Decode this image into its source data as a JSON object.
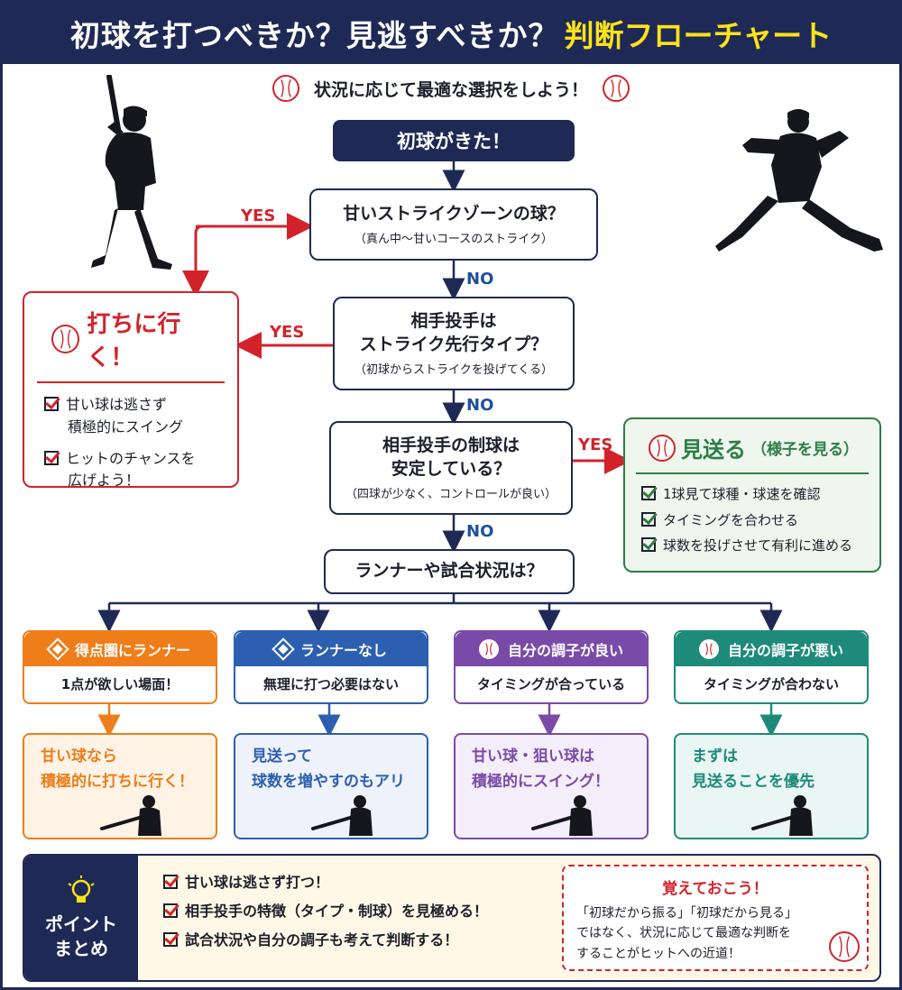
{
  "header": {
    "title_main": "初球を打つべきか？見逃すべきか？",
    "title_accent": "判断フローチャート"
  },
  "subtitle": "状況に応じて最適な選択をしよう！",
  "start": "初球がきた！",
  "q1": {
    "title": "甘いストライクゾーンの球？",
    "note": "（真ん中〜甘いコースのストライク）"
  },
  "q2": {
    "line1": "相手投手は",
    "line2": "ストライク先行タイプ？",
    "note": "（初球からストライクを投げてくる）"
  },
  "q3": {
    "line1": "相手投手の制球は",
    "line2": "安定している？",
    "note": "（四球が少なく、コントロールが良い）"
  },
  "q4": {
    "title": "ランナーや試合状況は？"
  },
  "labels": {
    "yes": "YES",
    "no": "NO"
  },
  "go": {
    "title": "打ちに行く！",
    "items": [
      {
        "line1": "甘い球は逃さず",
        "line2": "積極的にスイング"
      },
      {
        "line1": "ヒットのチャンスを",
        "line2": "広げよう！"
      }
    ]
  },
  "see": {
    "title": "見送る",
    "title_sub": "（様子を見る）",
    "items": [
      "1球見て球種・球速を確認",
      "タイミングを合わせる",
      "球数を投げさせて有利に進める"
    ]
  },
  "scenarios": [
    {
      "head": "得点圏にランナー",
      "sub": "1点が欲しい場面！",
      "line1": "甘い球なら",
      "line2": "積極的に打ちに行く！",
      "color": "#ef7d1a",
      "bg": "#fff3e6"
    },
    {
      "head": "ランナーなし",
      "sub": "無理に打つ必要はない",
      "line1": "見送って",
      "line2": "球数を増やすのもアリ",
      "color": "#2c5fb0",
      "bg": "#eef3fb"
    },
    {
      "head": "自分の調子が良い",
      "sub": "タイミングが合っている",
      "line1": "甘い球・狙い球は",
      "line2": "積極的にスイング！",
      "color": "#7a4aa8",
      "bg": "#f3eefa"
    },
    {
      "head": "自分の調子が悪い",
      "sub": "タイミングが合わない",
      "line1": "まずは",
      "line2": "見送ることを優先",
      "color": "#1e8a7a",
      "bg": "#eaf6f3"
    }
  ],
  "summary": {
    "label_line1": "ポイント",
    "label_line2": "まとめ",
    "items": [
      "甘い球は逃さず打つ！",
      "相手投手の特徴（タイプ・制球）を見極める！",
      "試合状況や自分の調子も考えて判断する！"
    ],
    "remember_title": "覚えておこう！",
    "remember_lines": [
      "「初球だから振る」「初球だから見る」",
      "ではなく、状況に応じて最適な判断を",
      "することがヒットへの近道！"
    ]
  },
  "colors": {
    "navy": "#1e2a55",
    "red": "#d2232a",
    "blue": "#1d4f9c",
    "green": "#2e7d46",
    "yellow": "#ffe21a"
  },
  "icons": [
    "baseball-icon",
    "check-icon",
    "diamond-icon",
    "lightbulb-icon",
    "batter-silhouette",
    "pitcher-silhouette"
  ]
}
